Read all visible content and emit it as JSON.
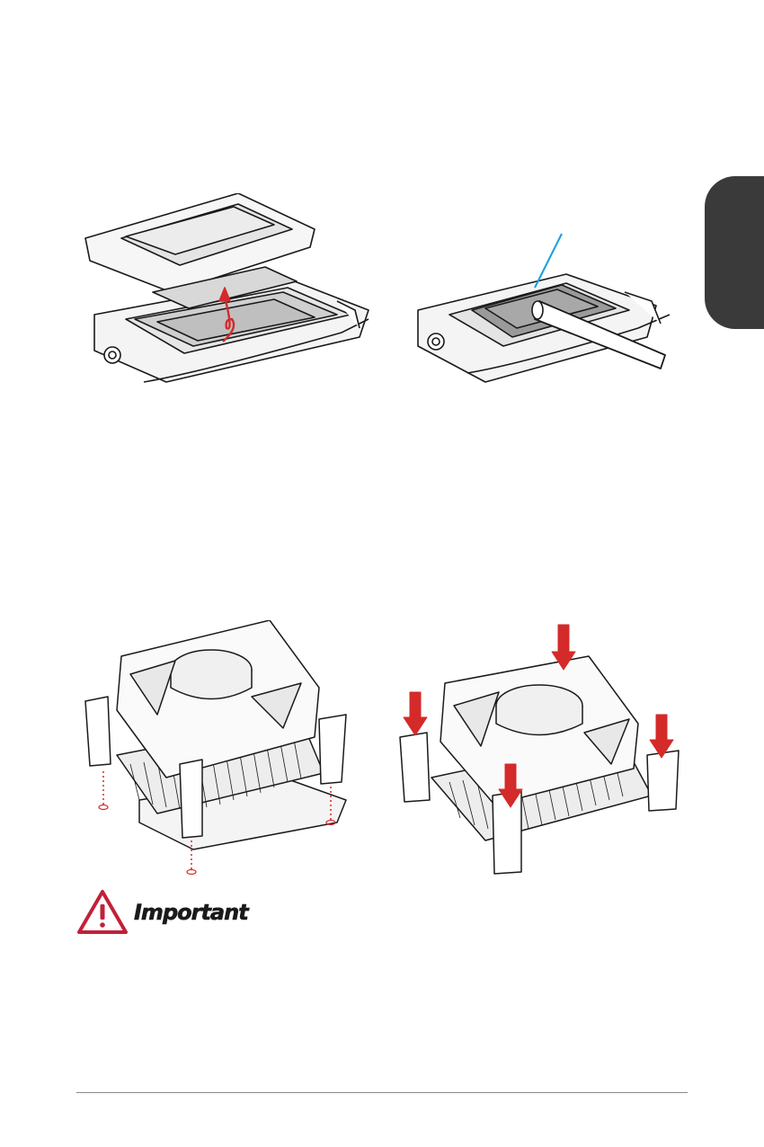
{
  "page": {
    "language_tab_color": "#3a3a3a",
    "accent_red": "#d42a2a",
    "accent_blue": "#1aa0dc"
  },
  "figures": [
    {
      "id": "socket-open",
      "icon": "cpu-socket-load-plate-lift-illustration"
    },
    {
      "id": "thermal-paste",
      "icon": "thermal-paste-application-illustration"
    },
    {
      "id": "cooler-align",
      "icon": "cpu-cooler-pins-alignment-illustration"
    },
    {
      "id": "cooler-press",
      "icon": "cpu-cooler-push-pins-illustration"
    }
  ],
  "important": {
    "label": "Important",
    "icon": "warning-triangle-icon"
  }
}
